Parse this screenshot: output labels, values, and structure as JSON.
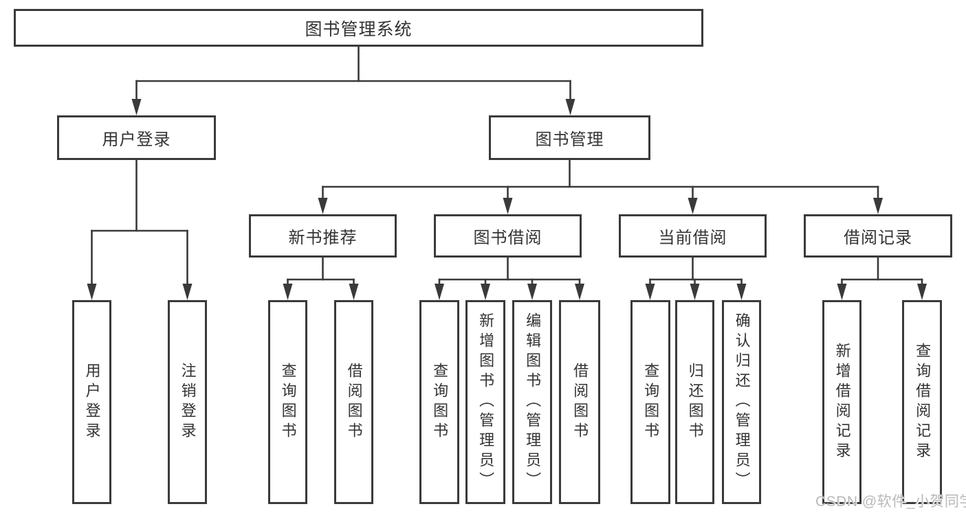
{
  "diagram_title": "图书管理系统",
  "watermark": {
    "text": "CSDN @软件_小贺同学"
  },
  "colors": {
    "line": "#3a3a3a",
    "text": "#333333",
    "watermark": "#b9b9b9",
    "background": "#ffffff"
  },
  "nodes": [
    {
      "id": "root",
      "label": "图书管理系统",
      "orientation": "horizontal",
      "level": 1,
      "parent": null
    },
    {
      "id": "user-login",
      "label": "用户登录",
      "orientation": "horizontal",
      "level": 2,
      "parent": "root"
    },
    {
      "id": "book-mgmt",
      "label": "图书管理",
      "orientation": "horizontal",
      "level": 2,
      "parent": "root"
    },
    {
      "id": "new-book-rec",
      "label": "新书推荐",
      "orientation": "horizontal",
      "level": 3,
      "parent": "book-mgmt"
    },
    {
      "id": "book-borrow",
      "label": "图书借阅",
      "orientation": "horizontal",
      "level": 3,
      "parent": "book-mgmt"
    },
    {
      "id": "current-borrow",
      "label": "当前借阅",
      "orientation": "horizontal",
      "level": 3,
      "parent": "book-mgmt"
    },
    {
      "id": "borrow-records",
      "label": "借阅记录",
      "orientation": "horizontal",
      "level": 3,
      "parent": "book-mgmt"
    },
    {
      "id": "user-login-action",
      "label": "用户登录",
      "orientation": "vertical",
      "level": 4,
      "parent": "user-login"
    },
    {
      "id": "logout-action",
      "label": "注销登录",
      "orientation": "vertical",
      "level": 4,
      "parent": "user-login"
    },
    {
      "id": "rec-query-books",
      "label": "查询图书",
      "orientation": "vertical",
      "level": 4,
      "parent": "new-book-rec"
    },
    {
      "id": "rec-borrow-books",
      "label": "借阅图书",
      "orientation": "vertical",
      "level": 4,
      "parent": "new-book-rec"
    },
    {
      "id": "borrow-query-books",
      "label": "查询图书",
      "orientation": "vertical",
      "level": 4,
      "parent": "book-borrow"
    },
    {
      "id": "borrow-add-books",
      "label": "新增图书（管理员）",
      "orientation": "vertical",
      "level": 4,
      "parent": "book-borrow"
    },
    {
      "id": "borrow-edit-books",
      "label": "编辑图书（管理员）",
      "orientation": "vertical",
      "level": 4,
      "parent": "book-borrow"
    },
    {
      "id": "borrow-borrow-books",
      "label": "借阅图书",
      "orientation": "vertical",
      "level": 4,
      "parent": "book-borrow"
    },
    {
      "id": "current-query-books",
      "label": "查询图书",
      "orientation": "vertical",
      "level": 4,
      "parent": "current-borrow"
    },
    {
      "id": "current-return-books",
      "label": "归还图书",
      "orientation": "vertical",
      "level": 4,
      "parent": "current-borrow"
    },
    {
      "id": "current-confirm-return",
      "label": "确认归还（管理员）",
      "orientation": "vertical",
      "level": 4,
      "parent": "current-borrow"
    },
    {
      "id": "records-add-record",
      "label": "新增借阅记录",
      "orientation": "vertical",
      "level": 4,
      "parent": "borrow-records"
    },
    {
      "id": "records-query-record",
      "label": "查询借阅记录",
      "orientation": "vertical",
      "level": 4,
      "parent": "borrow-records"
    }
  ]
}
